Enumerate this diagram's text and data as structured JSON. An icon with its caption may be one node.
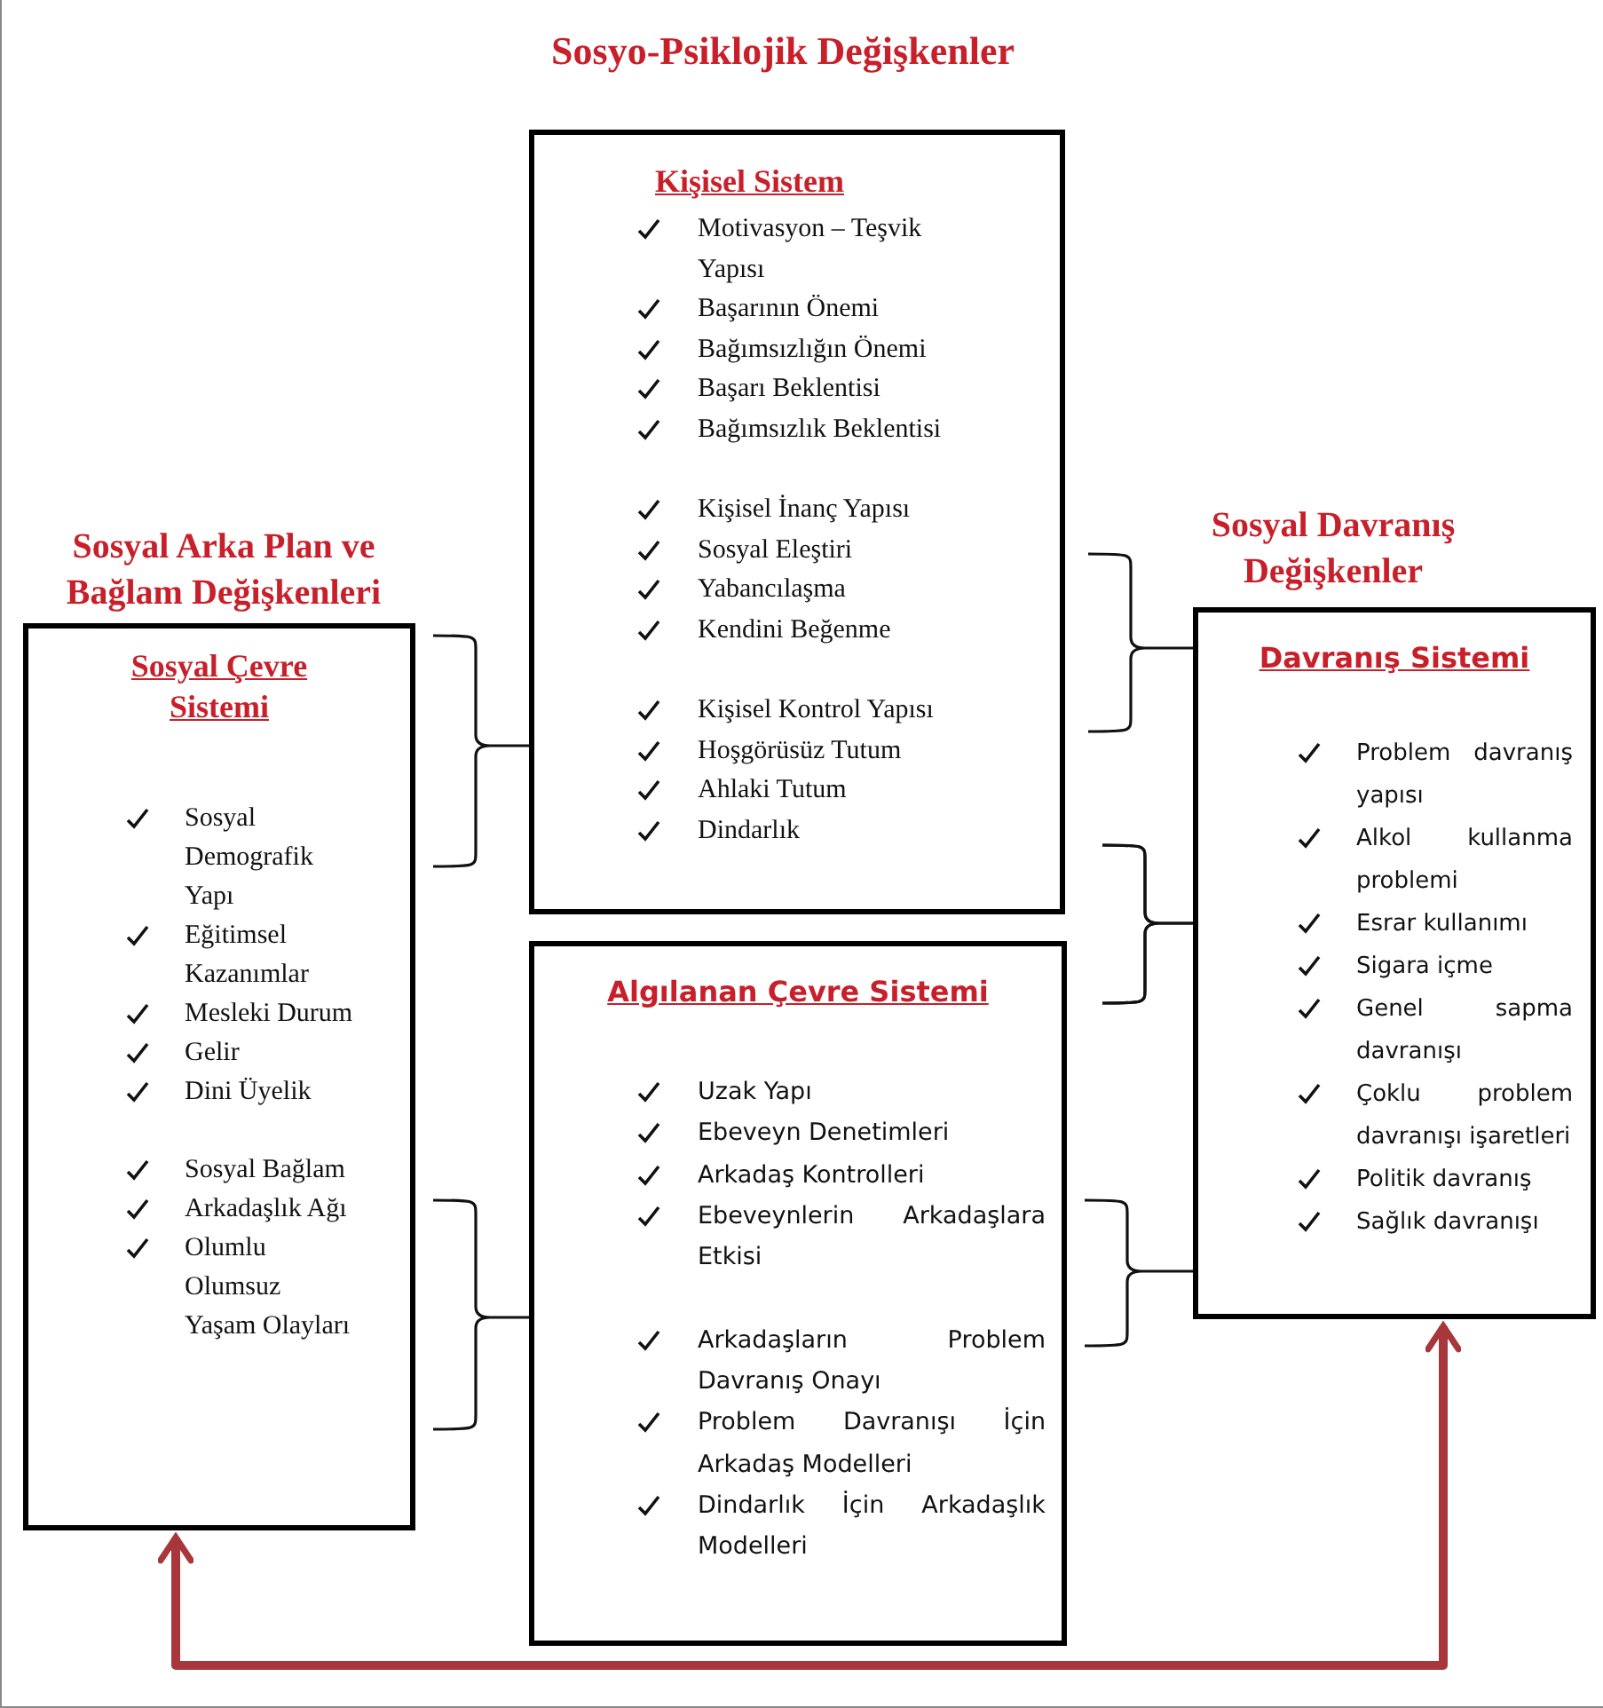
{
  "diagram": {
    "title": "Sosyo-Psiklojik Değişkenler",
    "nodes": [
      {
        "text": [
          "Sosyal Çevre Sistemi",
          "Sosyal Demografik Yapı",
          "Eğitimsel Kazanımlar",
          "Mesleki Durum",
          "Gelir",
          "Dini Üyelik",
          "Sosyal Bağlam",
          "Arkadaşlık Ağı",
          "Olumlu Olumsuz Yaşam Olayları"
        ],
        "beside": [
          "Sosyal Arka Plan ve Bağlam Değişkenleri"
        ]
      },
      {
        "text": [
          "Kişisel Sistem",
          "Motivasyon – Teşvik Yapısı",
          "Başarının Önemi",
          "Bağımsızlığın Önemi",
          "Başarı Beklentisi",
          "Bağımsızlık Beklentisi",
          "Kişisel İnanç Yapısı",
          "Sosyal Eleştiri",
          "Yabancılaşma",
          "Kendini Beğenme",
          "Kişisel Kontrol Yapısı",
          "Hoşgörüsüz Tutum",
          "Ahlaki Tutum",
          "Dindarlık"
        ]
      },
      {
        "text": [
          "Algılanan Çevre Sistemi",
          "Uzak Yapı",
          "Ebeveyn Denetimleri",
          "Arkadaş Kontrolleri",
          "Ebeveynlerin Arkadaşlara Etkisi",
          "Arkadaşların Problem Davranış Onayı",
          "Problem Davranışı İçin Arkadaş Modelleri",
          "Dindarlık İçin Arkadaşlık Modelleri"
        ]
      },
      {
        "text": [
          "Davranış Sistemi",
          "Problem davranış yapısı",
          "Alkol kullanma problemi",
          "Esrar kullanımı",
          "Sigara içme",
          "Genel sapma davranışı",
          "Çoklu problem davranışı işaretleri",
          "Politik davranış",
          "Sağlık davranışı"
        ],
        "beside": [
          "Sosyal Davranış Değişkenler"
        ]
      }
    ],
    "edges": [
      {
        "from": 0,
        "to": 1,
        "arrow": "none"
      },
      {
        "from": 0,
        "to": 2,
        "arrow": "none"
      },
      {
        "from": 1,
        "to": 3,
        "arrow": "none"
      },
      {
        "from": 1,
        "to": 3,
        "arrow": "none"
      },
      {
        "from": 2,
        "to": 3,
        "arrow": "none"
      },
      {
        "from": 2,
        "to": 3,
        "arrow": "none"
      },
      {
        "from": 0,
        "to": 3,
        "arrow": "both",
        "style": "thick",
        "color": "#a8373b"
      }
    ]
  }
}
